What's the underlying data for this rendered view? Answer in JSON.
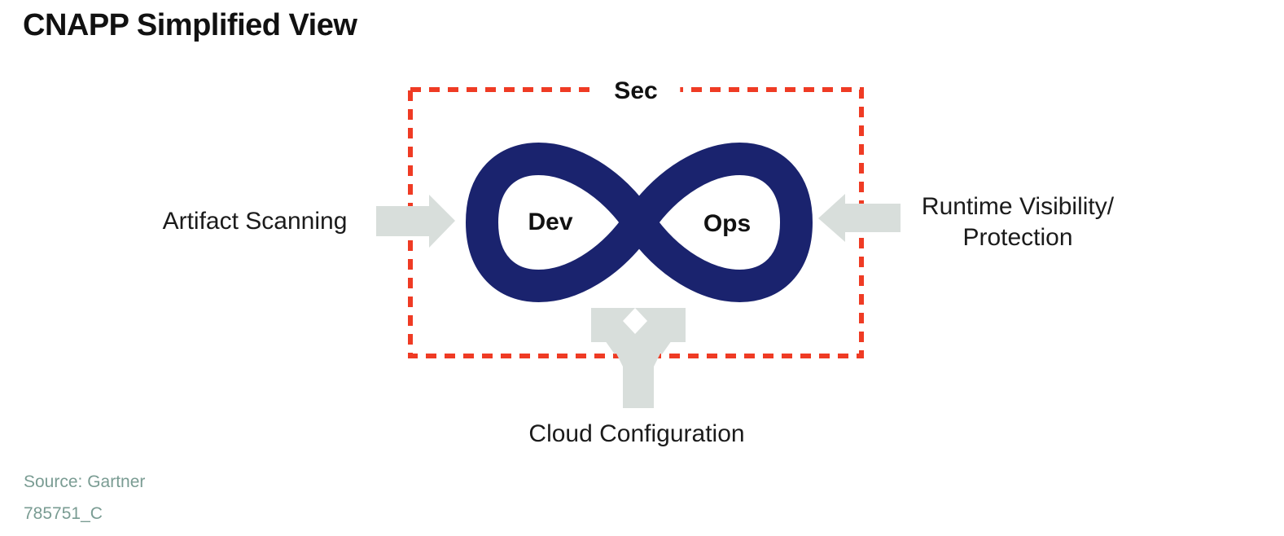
{
  "title": "CNAPP Simplified View",
  "diagram": {
    "sec_label": "Sec",
    "dev_label": "Dev",
    "ops_label": "Ops",
    "left_input_label": "Artifact Scanning",
    "right_input_line1": "Runtime Visibility/",
    "right_input_line2": "Protection",
    "bottom_input_label": "Cloud Configuration",
    "icons": {
      "infinity": "devops-infinity-icon",
      "left_arrow": "arrow-right-icon",
      "right_arrow": "arrow-left-icon",
      "bottom_arrow": "fork-arrow-up-icon"
    }
  },
  "footer": {
    "source": "Source: Gartner",
    "figure_id": "785751_C"
  },
  "colors": {
    "navy": "#1A236E",
    "red": "#EF3B24",
    "arrow_gray": "#D8DEDB",
    "teal": "#7A9C93",
    "ink": "#1B1B1B"
  }
}
